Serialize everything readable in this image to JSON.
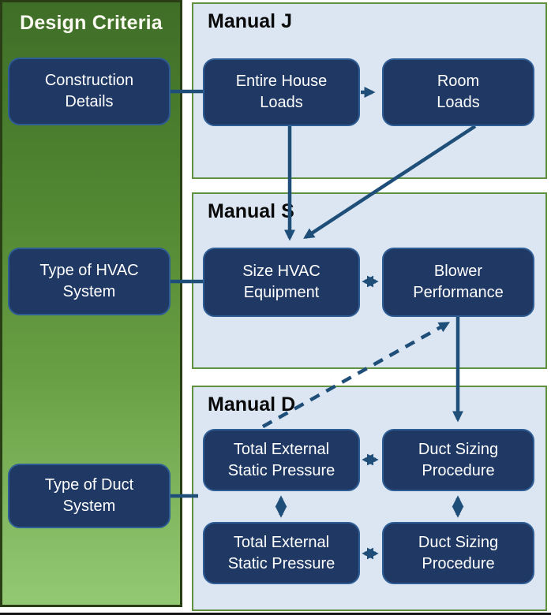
{
  "sidebar": {
    "title": "Design Criteria",
    "items": [
      {
        "line1": "Construction",
        "line2": "Details"
      },
      {
        "line1": "Type of HVAC",
        "line2": "System"
      },
      {
        "line1": "Type of Duct",
        "line2": "System"
      }
    ]
  },
  "panels": [
    {
      "title": "Manual J",
      "boxes": [
        {
          "line1": "Entire House",
          "line2": "Loads"
        },
        {
          "line1": "Room",
          "line2": "Loads"
        }
      ]
    },
    {
      "title": "Manual S",
      "boxes": [
        {
          "line1": "Size HVAC",
          "line2": "Equipment"
        },
        {
          "line1": "Blower",
          "line2": "Performance"
        }
      ]
    },
    {
      "title": "Manual D",
      "boxes": [
        {
          "line1": "Total External",
          "line2": "Static Pressure"
        },
        {
          "line1": "Duct Sizing",
          "line2": "Procedure"
        },
        {
          "line1": "Total External",
          "line2": "Static Pressure"
        },
        {
          "line1": "Duct Sizing",
          "line2": "Procedure"
        }
      ]
    }
  ],
  "connections": [
    {
      "from": "Construction Details",
      "to": "Entire House Loads",
      "style": "solid-line"
    },
    {
      "from": "Entire House Loads",
      "to": "Room Loads",
      "style": "solid-arrow"
    },
    {
      "from": "Entire House Loads",
      "to": "Size HVAC Equipment",
      "style": "solid-arrow"
    },
    {
      "from": "Room Loads",
      "to": "Size HVAC Equipment",
      "style": "solid-arrow"
    },
    {
      "from": "Type of HVAC System",
      "to": "Size HVAC Equipment",
      "style": "solid-line"
    },
    {
      "from": "Size HVAC Equipment",
      "to": "Blower Performance",
      "style": "double-arrow"
    },
    {
      "from": "Blower Performance",
      "to": "Duct Sizing Procedure (top)",
      "style": "solid-arrow"
    },
    {
      "from": "Total External Static Pressure (top)",
      "to": "Blower Performance",
      "style": "dashed-arrow"
    },
    {
      "from": "Type of Duct System",
      "to": "Manual D panel",
      "style": "solid-line"
    },
    {
      "from": "Total External Static Pressure (top)",
      "to": "Duct Sizing Procedure (top)",
      "style": "double-arrow"
    },
    {
      "from": "Total External Static Pressure (bottom)",
      "to": "Duct Sizing Procedure (bottom)",
      "style": "double-arrow"
    },
    {
      "from": "Total External Static Pressure (top)",
      "to": "Total External Static Pressure (bottom)",
      "style": "double-arrow"
    },
    {
      "from": "Duct Sizing Procedure (top)",
      "to": "Duct Sizing Procedure (bottom)",
      "style": "double-arrow"
    }
  ],
  "colors": {
    "sidebar_green_top": "#3f6e28",
    "sidebar_green_bottom": "#93c973",
    "box_navy": "#1f3864",
    "box_border": "#2e5c94",
    "box_text": "#ffffff",
    "panel_blue": "#dbe6f2",
    "panel_border_green": "#5f9140",
    "arrow_blue": "#1f4e79",
    "title_text": "#0a0a0a"
  }
}
